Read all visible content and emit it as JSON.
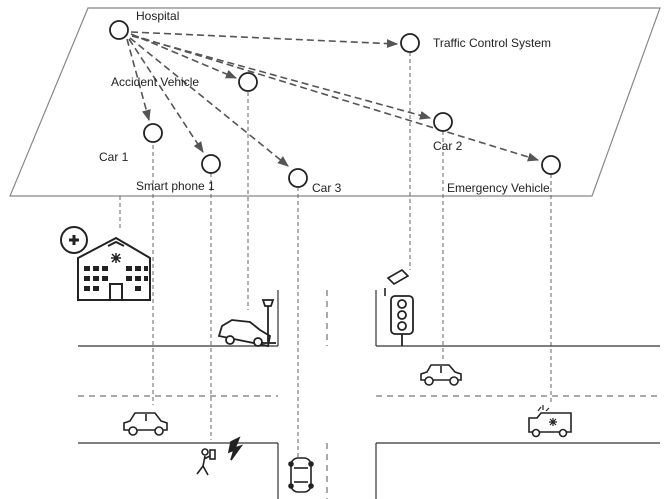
{
  "nodes": {
    "hospital": "Hospital",
    "traffic_control": "Traffic Control System",
    "accident_vehicle": "Accident Vehicle",
    "car1": "Car 1",
    "car2": "Car 2",
    "car3": "Car 3",
    "smartphone1": "Smart phone 1",
    "emergency_vehicle": "Emergency Vehicle"
  },
  "colors": {
    "node_stroke": "#222222",
    "arrow": "#555555",
    "plane": "#888888",
    "road": "#333333",
    "guide": "#666666"
  },
  "icons": [
    "hospital-icon",
    "crashed-car-icon",
    "traffic-camera-icon",
    "traffic-light-icon",
    "car-icon",
    "pedestrian-phone-icon",
    "ambulance-icon"
  ]
}
